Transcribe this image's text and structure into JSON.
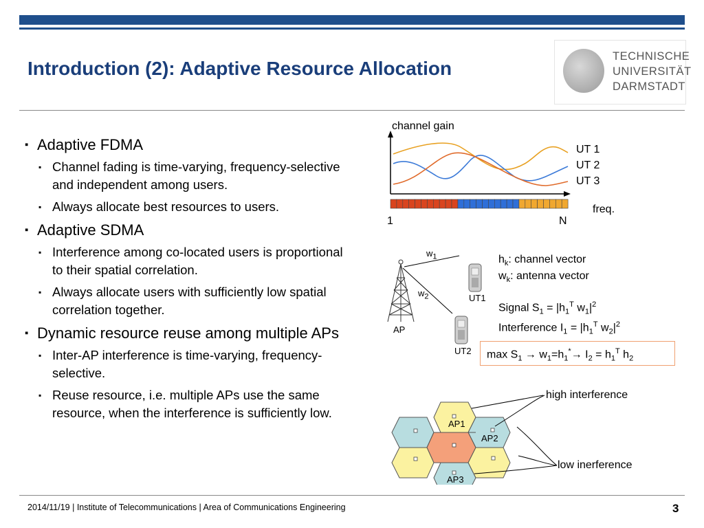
{
  "title": "Introduction (2): Adaptive Resource Allocation",
  "logo": {
    "line1": "TECHNISCHE",
    "line2": "UNIVERSITÄT",
    "line3": "DARMSTADT"
  },
  "bullets": [
    {
      "text": "Adaptive FDMA",
      "sub": [
        "Channel fading is time-varying, frequency-selective and independent among users.",
        "Always allocate best resources to users."
      ]
    },
    {
      "text": "Adaptive SDMA",
      "sub": [
        "Interference among co-located users is proportional to their spatial correlation.",
        "Always allocate users with sufficiently low spatial correlation together."
      ]
    },
    {
      "text": "Dynamic resource reuse among multiple APs",
      "sub": [
        "Inter-AP interference is time-varying, frequency-selective.",
        "Reuse resource, i.e. multiple APs use the same resource, when the interference is sufficiently low."
      ]
    }
  ],
  "fdma": {
    "ylabel": "channel gain",
    "legend": [
      "UT 1",
      "UT 2",
      "UT 3"
    ],
    "xlabel": "freq.",
    "first": "1",
    "last": "N",
    "colors": {
      "ut1": "#e8a020",
      "ut2": "#3b7ad8",
      "ut3": "#e06a2a"
    }
  },
  "sdma": {
    "w1": "w",
    "w1_sub": "1",
    "w2": "w",
    "w2_sub": "2",
    "ap": "AP",
    "ut1": "UT1",
    "ut2": "UT2",
    "hk": "h",
    "k": "k",
    "hk_desc": ": channel vector",
    "wk": "w",
    "wk_desc": ": antenna vector",
    "signal": "Signal S",
    "interference": "Interference I",
    "max": "max S"
  },
  "cells": {
    "ap1": "AP1",
    "ap2": "AP2",
    "ap3": "AP3",
    "high": "high interference",
    "low": "low inerference"
  },
  "footer": {
    "text": "2014/11/19  |  Institute of Telecommunications   |  Area of Communications Engineering",
    "page": "3"
  }
}
